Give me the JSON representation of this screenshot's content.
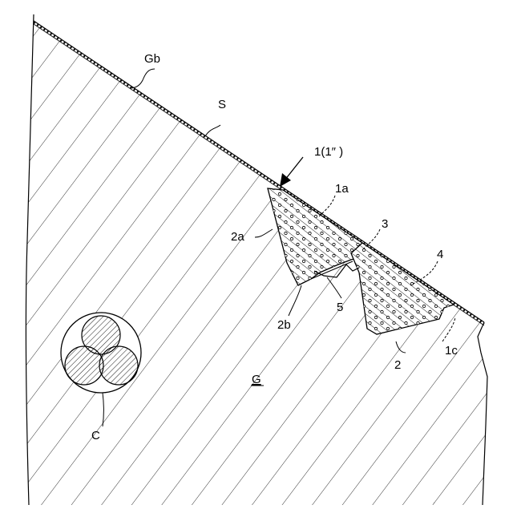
{
  "labels": {
    "gb": "Gb",
    "s": "S",
    "block": "1(1″ )",
    "l1a": "1a",
    "l2a": "2a",
    "l3": "3",
    "l4": "4",
    "l2b": "2b",
    "l5": "5",
    "l2": "2",
    "l1c": "1c",
    "g": "G",
    "c": "C"
  }
}
